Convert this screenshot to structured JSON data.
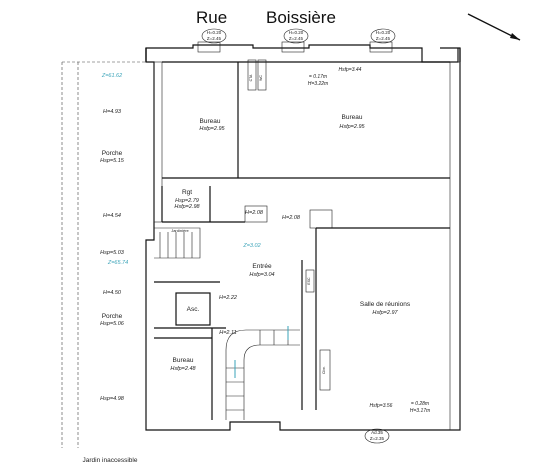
{
  "street": {
    "word1": "Rue",
    "word2": "Boissière"
  },
  "levels": {
    "t1": "H=0.20",
    "t1b": "Z=2.45",
    "t2": "H=0.20",
    "t2b": "Z=2.45",
    "t3": "H=0.20",
    "t3b": "Z=2.45",
    "bottom": "Ad.35",
    "bottomb": "Z=2.35"
  },
  "rooms": {
    "bureau1": {
      "name": "Bureau",
      "h": "Hsfp=2.95"
    },
    "bureau2": {
      "name": "Bureau",
      "h": "Hsfp=2.95"
    },
    "rgt": {
      "name": "Rgt",
      "h1": "Hsp=2.79",
      "h2": "Hsfp=2.98"
    },
    "entree": {
      "name": "Entrée",
      "h": "Hsfp=3.04"
    },
    "asc": {
      "name": "Asc."
    },
    "salle": {
      "name": "Salle de réunions",
      "h": "Hsfp=2.97"
    },
    "bureau3": {
      "name": "Bureau",
      "h": "Hsfp=2.48"
    }
  },
  "porches": {
    "z_top": "Z=61.62",
    "h1": "H=4.93",
    "p1": "Porche",
    "p1h": "Hsp=5.15",
    "h2": "H=4.54",
    "hsp": "Hsp=5.03",
    "z_mid": "Z=65.74",
    "h3": "H=4.50",
    "p2": "Porche",
    "p2h": "Hsp=5.06",
    "h4": "Hsp=4.98"
  },
  "notes": {
    "hsfp_top": "Hsfp=3.44",
    "z017": "= 0.17m",
    "h322": "H=3.22m",
    "h208a": "H=2.08",
    "h208b": "H=2.08",
    "z302": "Z=3.02",
    "h222": "H=2.22",
    "h211": "H=2.11",
    "hsfp356": "Hsfp=3.56",
    "z028": "= 0.28m",
    "h317": "H=3.17m",
    "jardin": "Jardin inaccessible",
    "jardiniere": "Jardinière",
    "cta": "CTA",
    "wc": "WC",
    "clim": "Clim.",
    "esc": "ESC"
  },
  "colors": {
    "walls": "#111111",
    "accent": "#3aa3b8",
    "dim": "#9a9a9a"
  }
}
